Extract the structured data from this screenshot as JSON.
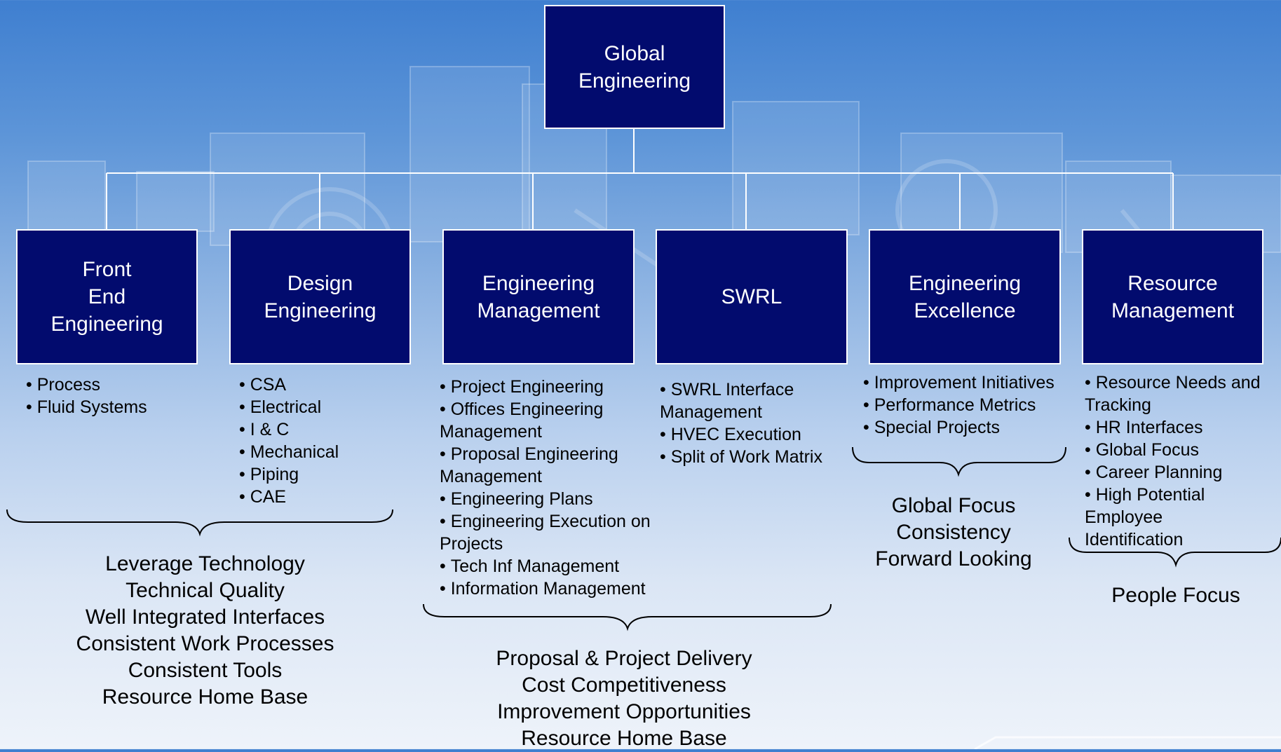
{
  "colors": {
    "box_fill": "#020b6e",
    "box_border": "#ffffff",
    "connector": "#ffffff",
    "brace": "#000000"
  },
  "root": {
    "label": "Global\nEngineering"
  },
  "departments": [
    {
      "label": "Front\nEnd\nEngineering",
      "bullets": [
        "Process",
        "Fluid Systems"
      ],
      "summary": [
        "Leverage Technology",
        "Technical Quality",
        "Well Integrated Interfaces",
        "Consistent Work Processes",
        "Consistent Tools",
        "Resource Home Base"
      ]
    },
    {
      "label": "Design\nEngineering",
      "bullets": [
        "CSA",
        "Electrical",
        "I & C",
        "Mechanical",
        "Piping",
        "CAE"
      ]
    },
    {
      "label": "Engineering\nManagement",
      "bullets": [
        "Project Engineering",
        "Offices Engineering Management",
        "Proposal Engineering Management",
        "Engineering Plans",
        "Engineering Execution on Projects",
        "Tech Inf Management",
        "Information Management"
      ],
      "summary": [
        "Proposal & Project Delivery",
        "Cost Competitiveness",
        "Improvement Opportunities",
        "Resource Home Base"
      ]
    },
    {
      "label": "SWRL",
      "bullets": [
        "SWRL Interface Management",
        "HVEC Execution",
        "Split of Work Matrix"
      ]
    },
    {
      "label": "Engineering\nExcellence",
      "bullets": [
        "Improvement Initiatives",
        "Performance Metrics",
        "Special Projects"
      ],
      "summary": [
        "Global Focus",
        "Consistency",
        "Forward Looking"
      ]
    },
    {
      "label": "Resource\nManagement",
      "bullets": [
        "Resource Needs and Tracking",
        "HR Interfaces",
        "Global Focus",
        "Career Planning",
        "High Potential Employee Identification"
      ],
      "summary": [
        "People Focus"
      ]
    }
  ]
}
